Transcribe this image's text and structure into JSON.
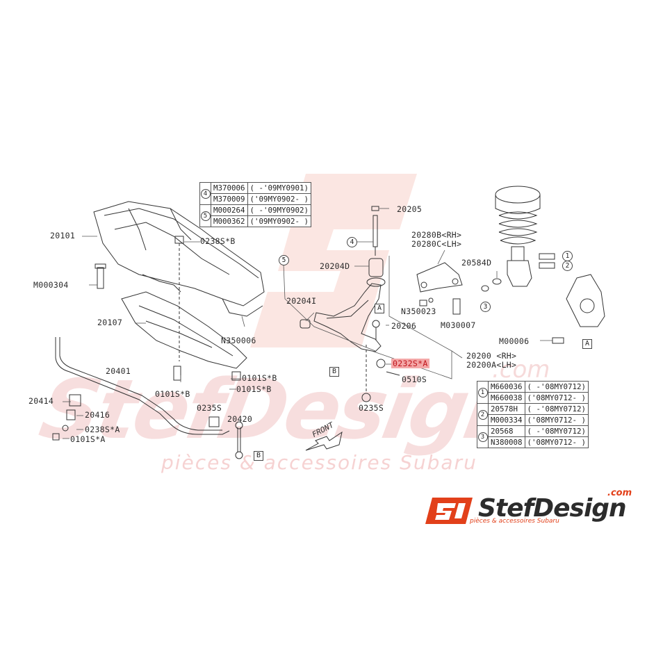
{
  "watermark": {
    "big": "StefDesign",
    "tagline": "pièces & accessoires Subaru",
    "com": ".com"
  },
  "logo": {
    "mark": "SJ",
    "name": "StefDesign",
    "com": ".com",
    "tagline": "pièces & accessoires Subaru",
    "accent_color": "#e2401a"
  },
  "front_label": "FRONT",
  "labels": {
    "l20101": "20101",
    "l0238sb": "0238S*B",
    "lM000304": "M000304",
    "l20107": "20107",
    "lN350006": "N350006",
    "l0101sb_1": "0101S*B",
    "l0101sb_2": "0101S*B",
    "l0101sb_3": "0101S*B",
    "l20401": "20401",
    "l20414": "20414",
    "l20416": "20416",
    "l0238sa": "0238S*A",
    "l0101sa": "0101S*A",
    "l0235s_1": "0235S",
    "l0235s_2": "0235S",
    "l20420": "20420",
    "l20205": "20205",
    "l20204d": "20204D",
    "l20204i": "20204I",
    "l20206": "20206",
    "l0232sa": "0232S*A",
    "l0510s": "0510S",
    "l20200": "20200 <RH>",
    "l20200a": "20200A<LH>",
    "l20280b": "20280B<RH>",
    "l20280c": "20280C<LH>",
    "lN350023": "N350023",
    "lM030007": "M030007",
    "l20584d": "20584D",
    "lM00006": "M00006"
  },
  "callouts": {
    "c4": "4",
    "c5": "5",
    "c1": "1",
    "c2": "2",
    "c3": "3",
    "boxA1": "A",
    "boxA2": "A",
    "boxB1": "B",
    "boxB2": "B"
  },
  "table_top": [
    {
      "num": "4",
      "part": "M370006",
      "range": "( -'09MY0901)"
    },
    {
      "num": "",
      "part": "M370009",
      "range": "('09MY0902- )"
    },
    {
      "num": "5",
      "part": "M000264",
      "range": "( -'09MY0902)"
    },
    {
      "num": "",
      "part": "M000362",
      "range": "('09MY0902- )"
    }
  ],
  "table_right": [
    {
      "num": "1",
      "part": "M660036",
      "range": "( -'08MY0712)"
    },
    {
      "num": "",
      "part": "M660038",
      "range": "('08MY0712- )"
    },
    {
      "num": "2",
      "part": "20578H",
      "range": "( -'08MY0712)"
    },
    {
      "num": "",
      "part": "M000334",
      "range": "('08MY0712- )"
    },
    {
      "num": "3",
      "part": "20568",
      "range": "( -'08MY0712)"
    },
    {
      "num": "",
      "part": "N380008",
      "range": "('08MY0712- )"
    }
  ]
}
